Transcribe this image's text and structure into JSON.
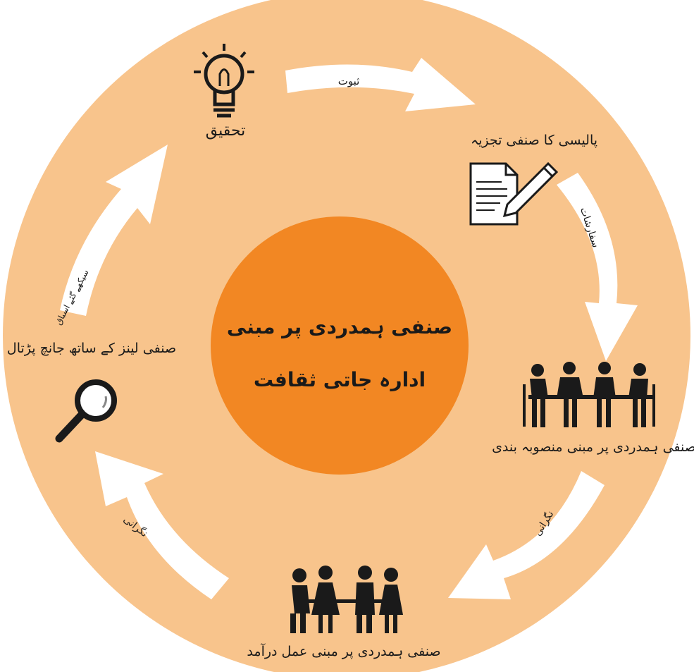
{
  "colors": {
    "ring": "#f8c48c",
    "center": "#f28723",
    "arrow": "#ffffff",
    "ink": "#1a1a1a"
  },
  "center": {
    "line1": "صنفی ہمدردی پر مبنی",
    "line2": "ادارہ جاتی ثقافت"
  },
  "stages": {
    "research": {
      "label": "تحقیق",
      "icon": "lightbulb-icon"
    },
    "policy": {
      "label": "پالیسی کا صنفی تجزیہ",
      "icon": "document-pencil-icon"
    },
    "planning": {
      "label": "صنفی ہمدردی پر مبنی منصوبہ بندی",
      "icon": "meeting-table-icon"
    },
    "implementation": {
      "label": "صنفی ہمدردی پر مبنی عمل درآمد",
      "icon": "people-banner-icon"
    },
    "evaluation": {
      "label": "صنفی لینز کے ساتھ جانچ پڑتال",
      "icon": "magnifying-glass-icon"
    }
  },
  "arrows": {
    "evidence": "ثبوت",
    "recommendations": "سفارشات",
    "monitoring_right": "نگرانی",
    "monitoring_left": "نگرانی",
    "lessons": "سیکھے گئے اسباق"
  }
}
